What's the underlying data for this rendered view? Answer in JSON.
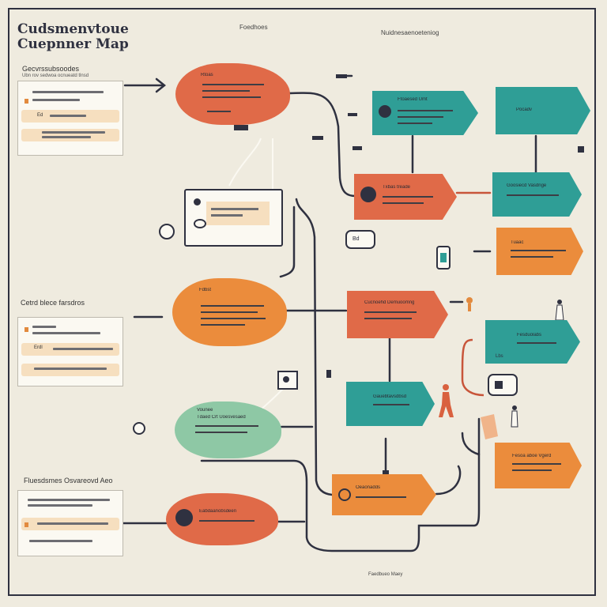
{
  "title": {
    "line1": "Cudsmenvtoue",
    "line2": "Cuepnner Map"
  },
  "headers": {
    "top_center": "Foedhoes",
    "top_right": "Nuidnesaenoeteniog"
  },
  "sections": [
    {
      "name": "Gecvrssubsoodes",
      "sub": "Ubn rov sedwoa ocnueatd tlnsd"
    },
    {
      "name": "Cetrd blece farsdros",
      "sub": ""
    },
    {
      "name": "Fluesdsmes Osvareovd Aeo",
      "sub": ""
    }
  ],
  "card_labels": {
    "k1": "Ed",
    "k2": "Erdl"
  },
  "nodes": {
    "n1": "Rtoas",
    "n2": "Ftoaesed Umt",
    "n3": "Pocadv",
    "n4": "Txbas treade",
    "n5": "Goosiecd Vasdnge",
    "n6": "Tuaac",
    "n7": "Fdbst",
    "n8": "Cucnoehd Demuoomng",
    "n9": "Fesduolabs",
    "n10": "Gauebtavsdbsd",
    "n11": "Vounee",
    "n12": "Tdaed Crt Uoesvesaed",
    "n13": "Fesoa aboe Vgerd",
    "n14": "Oeaonadds",
    "n15": "Eabdaanobsdeen"
  },
  "small_labels": {
    "badge": "Bd",
    "tag": "Lbs"
  },
  "footer": "Faedbueo Maey",
  "colors": {
    "coral": "#e06a48",
    "orange": "#eb8c3c",
    "teal": "#2f9e96",
    "mint": "#8ec8a5",
    "line": "#2f3140",
    "background": "#efebdf"
  }
}
